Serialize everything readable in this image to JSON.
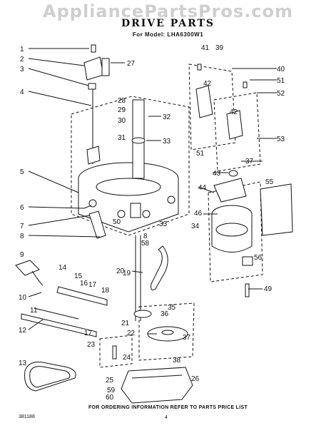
{
  "watermark": "AppliancePartsPros.com",
  "title": "DRIVE PARTS",
  "model": "For Model: LHA6300W1",
  "footer": "FOR ORDERING INFORMATION REFER TO PARTS PRICE LIST",
  "doc_number": "381188",
  "page_number": "4",
  "callouts": {
    "c1": "1",
    "c2": "2",
    "c3": "3",
    "c4": "4",
    "c5": "5",
    "c6": "6",
    "c7": "7",
    "c8": "8",
    "c9": "9",
    "c10": "10",
    "c11": "11",
    "c12": "12",
    "c13": "13",
    "c14": "14",
    "c15": "15",
    "c16": "16",
    "c17": "17",
    "c17b": "17",
    "c18": "18",
    "c19": "19",
    "c20": "20",
    "c21": "21",
    "c22": "22",
    "c23": "23",
    "c24": "24",
    "c25": "25",
    "c26": "26",
    "c27": "27",
    "c28": "28",
    "c29": "29",
    "c30": "30",
    "c31": "31",
    "c32": "32",
    "c33": "33",
    "c33b": "33",
    "c34": "34",
    "c35": "35",
    "c36": "36",
    "c37": "37",
    "c37b": "37",
    "c38": "38",
    "c39": "39",
    "c40": "40",
    "c41": "41",
    "c42": "42",
    "c42b": "42",
    "c43": "43",
    "c44": "44",
    "c46": "46",
    "c49": "49",
    "c50": "50",
    "c51": "51",
    "c51b": "51",
    "c52": "52",
    "c53": "53",
    "c55": "55",
    "c56": "56",
    "c58": "58",
    "c59": "59",
    "c60": "60",
    "c8b": "8"
  }
}
